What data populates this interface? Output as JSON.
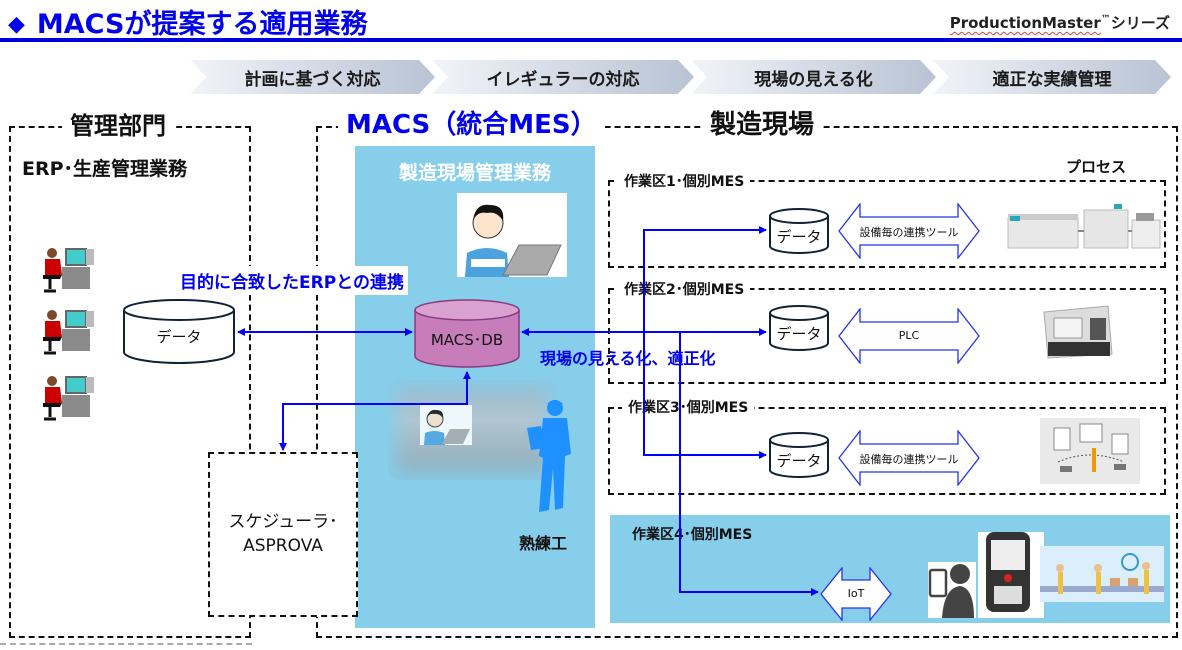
{
  "header": {
    "title_icon": "diamond-icon",
    "title_icon_glyph": "◆",
    "title": "MACSが提案する適用業務",
    "series_product": "ProductionMaster",
    "series_tm": "™",
    "series_suffix": "シリーズ"
  },
  "steps": [
    {
      "label": "計画に基づく対応"
    },
    {
      "label": "イレギュラーの対応"
    },
    {
      "label": "現場の見える化"
    },
    {
      "label": "適正な実績管理"
    }
  ],
  "management": {
    "title": "管理部門",
    "subtitle": "ERP･生産管理業務",
    "workers_icon": "office-worker-icon",
    "db_label": "データ"
  },
  "macs": {
    "title": "MACS（統合MES）",
    "panel_title": "製造現場管理業務",
    "db_label": "MACS･DB",
    "erp_link_label": "目的に合致したERPとの連携",
    "visibility_label": "現場の見える化、適正化",
    "skilled_worker_label": "熟練工",
    "scheduler_label_line1": "スケジューラ･",
    "scheduler_label_line2": "ASPROVA"
  },
  "factory": {
    "title": "製造現場",
    "process_label": "プロセス",
    "zones": [
      {
        "title": "作業区1･個別MES",
        "db_label": "データ",
        "link_label": "設備毎の連携ツール",
        "equipment_icon": "production-line-icon"
      },
      {
        "title": "作業区2･個別MES",
        "db_label": "データ",
        "link_label": "PLC",
        "equipment_icon": "cnc-machine-icon"
      },
      {
        "title": "作業区3･個別MES",
        "db_label": "データ",
        "link_label": "設備毎の連携ツール",
        "equipment_icon": "factory-cell-icon"
      },
      {
        "title": "作業区4･個別MES",
        "link_label": "IoT",
        "equipment_icon": "handheld-terminal-icon"
      }
    ]
  },
  "colors": {
    "accent_blue": "#0000ee",
    "panel_blue": "#87ceeb",
    "db_pink": "#c77dba",
    "connector_blue": "#0000ff"
  }
}
